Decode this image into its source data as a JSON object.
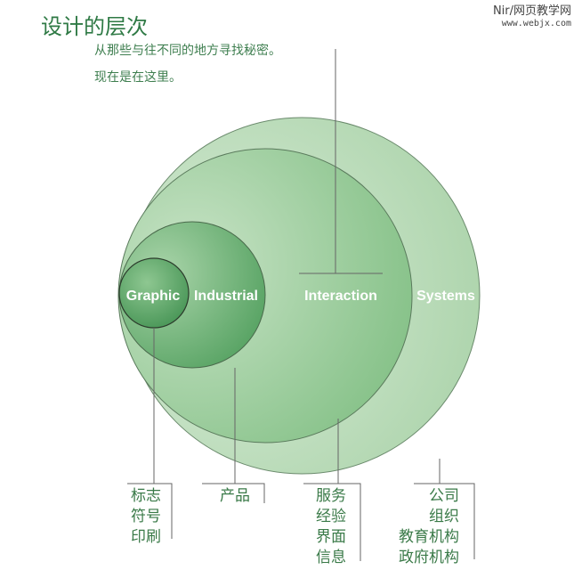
{
  "title": "设计的层次",
  "watermark": {
    "line1": "Nir/网页教学网",
    "line2": "www.webjx.com"
  },
  "subtitle": [
    "从那些与往不同的地方寻找秘密。",
    "现在是在这里。"
  ],
  "circles": [
    {
      "label": "Systems",
      "items": [
        "公司",
        "组织",
        "教育机构",
        "政府机构"
      ]
    },
    {
      "label": "Interaction",
      "items": [
        "服务",
        "经验",
        "界面",
        "信息"
      ]
    },
    {
      "label": "Industrial",
      "items": [
        "产品"
      ]
    },
    {
      "label": "Graphic",
      "items": [
        "标志",
        "符号",
        "印刷"
      ]
    }
  ],
  "colors": {
    "text": "#3a7a48",
    "line": "#666666"
  }
}
